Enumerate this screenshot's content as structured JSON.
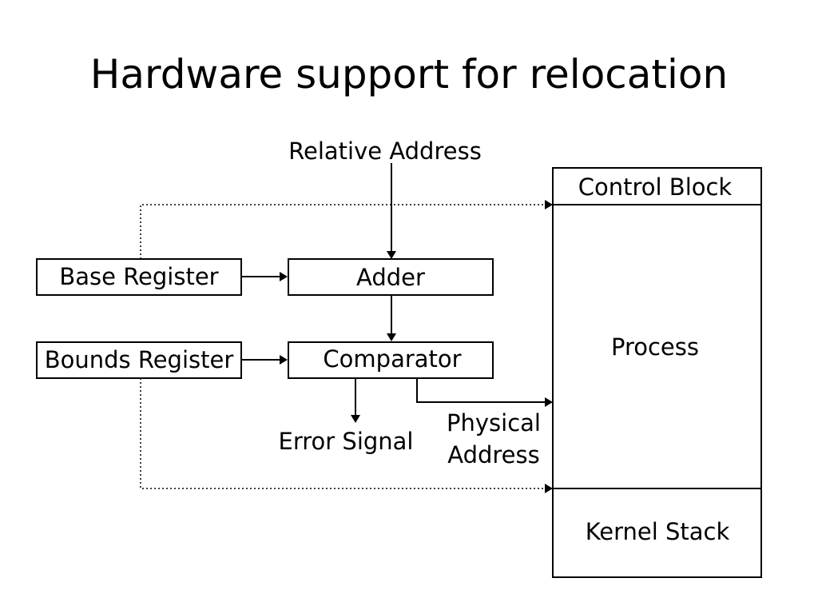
{
  "slide": {
    "title": "Hardware support for relocation"
  },
  "diagram": {
    "relative_address": "Relative Address",
    "base_register": "Base Register",
    "bounds_register": "Bounds Register",
    "adder": "Adder",
    "comparator": "Comparator",
    "error_signal": "Error Signal",
    "physical_address_line1": "Physical",
    "physical_address_line2": "Address",
    "process_image": {
      "control_block": "Control Block",
      "process": "Process",
      "kernel_stack": "Kernel Stack"
    }
  }
}
